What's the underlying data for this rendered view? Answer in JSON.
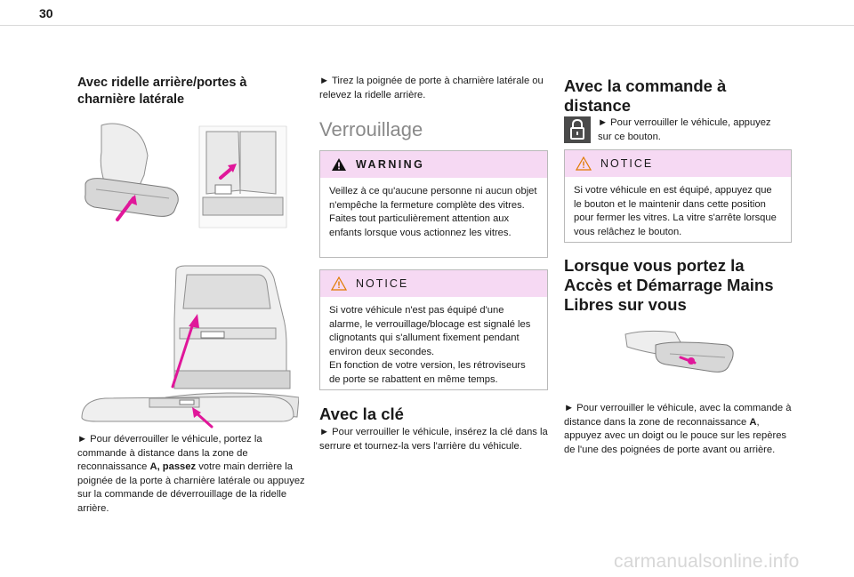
{
  "page_number": "30",
  "col1": {
    "heading": "Avec ridelle arrière/portes à charnière latérale",
    "para_p1": "► Pour déverrouiller le véhicule, portez la commande à distance dans la zone de reconnaissance ",
    "para_b1": "A, passez",
    "para_p2": " votre main derrière la poignée de la porte à charnière latérale ou appuyez sur la commande de déverrouillage de la ridelle arrière."
  },
  "col2": {
    "intro": "► Tirez la poignée de porte à charnière latérale ou relevez la ridelle arrière.",
    "section_title": "Verrouillage",
    "warning": {
      "label": "WARNING",
      "text": "Veillez à ce qu'aucune personne ni aucun objet n'empêche la fermeture complète des vitres.\nFaites tout particulièrement attention aux enfants lorsque vous actionnez les vitres."
    },
    "notice": {
      "label": "NOTICE",
      "text": "Si votre véhicule n'est pas équipé d'une alarme, le verrouillage/blocage est signalé les clignotants qui s'allument fixement pendant environ deux secondes.\nEn fonction de votre version, les rétroviseurs de porte se rabattent en même temps."
    },
    "key_heading": "Avec la clé",
    "key_text": "► Pour verrouiller le véhicule, insérez la clé dans la serrure et tournez-la vers l'arrière du véhicule."
  },
  "col3": {
    "remote_heading": "Avec la commande à distance",
    "remote_text": "► Pour verrouiller le véhicule, appuyez sur ce bouton.",
    "notice": {
      "label": "NOTICE",
      "text": "Si votre véhicule en est équipé, appuyez que le bouton et le maintenir dans cette position pour fermer les vitres. La vitre s'arrête lorsque vous relâchez le bouton."
    },
    "hands_free_heading": "Lorsque vous portez la Accès et Démarrage Mains Libres sur vous",
    "hands_free_p1": "► Pour verrouiller le véhicule, avec la commande à distance dans la zone de reconnaissance ",
    "hands_free_b1": "A",
    "hands_free_p2": ", appuyez avec un doigt ou le pouce sur les repères de l'une des poignées de porte avant ou arrière."
  },
  "watermark": "carmanualsonline.info",
  "colors": {
    "accent": "#e0179a",
    "callout_bg": "#f6d9f3",
    "border": "#b9b9b9"
  }
}
